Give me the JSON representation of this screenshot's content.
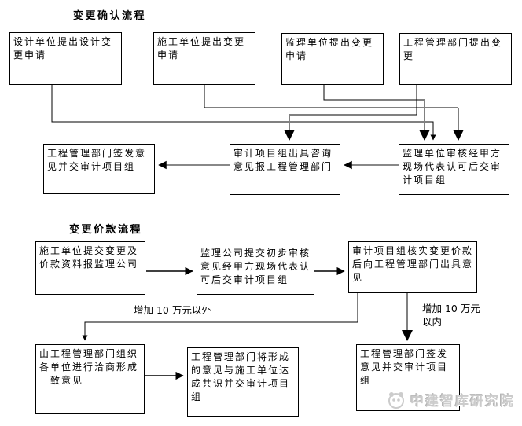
{
  "flow1": {
    "title": "变更确认流程",
    "nodes": [
      {
        "label": "设计单位提出设计变更申请"
      },
      {
        "label": "施工单位提出变更申请"
      },
      {
        "label": "监理单位提出变更申请"
      },
      {
        "label": "工程管理部门提出变更"
      },
      {
        "label": "工程管理部门签发意见并交审计项目组"
      },
      {
        "label": "审计项目组出具咨询意见报工程管理部门"
      },
      {
        "label": "监理单位审核经甲方现场代表认可后交审计项目组"
      }
    ],
    "edges": [
      "设计单位提出设计变更申请 → 监理单位审核经甲方现场代表认可后交审计项目组",
      "施工单位提出变更申请 → 监理单位审核经甲方现场代表认可后交审计项目组",
      "监理单位提出变更申请 → 监理单位审核经甲方现场代表认可后交审计项目组",
      "工程管理部门提出变更 → 审计项目组出具咨询意见报工程管理部门",
      "监理单位审核经甲方现场代表认可后交审计项目组 → 审计项目组出具咨询意见报工程管理部门",
      "审计项目组出具咨询意见报工程管理部门 → 工程管理部门签发意见并交审计项目组"
    ]
  },
  "flow2": {
    "title": "变更价款流程",
    "nodes": [
      {
        "label": "施工单位提交变更及价款资料报监理公司"
      },
      {
        "label": "监理公司提交初步审核意见经甲方现场代表认可后交审计项目组"
      },
      {
        "label": "审计项目组核实变更价款后向工程管理部门出具意见"
      },
      {
        "label": "由工程管理部门组织各单位进行洽商形成一致意见"
      },
      {
        "label": "工程管理部门将形成的意见与施工单位达成共识并交审计项目组"
      },
      {
        "label": "工程管理部门签发意见并交审计项目组"
      }
    ],
    "branch_labels": {
      "over": "增加 10 万元以外",
      "within_line1": "增加 10 万元",
      "within_line2": "以内"
    },
    "edges": [
      "施工单位提交变更及价款资料报监理公司 → 监理公司提交初步审核意见经甲方现场代表认可后交审计项目组",
      "监理公司提交初步审核意见经甲方现场代表认可后交审计项目组 → 审计项目组核实变更价款后向工程管理部门出具意见",
      "审计项目组核实变更价款后向工程管理部门出具意见 →(增加 10 万元以外) 由工程管理部门组织各单位进行洽商形成一致意见",
      "审计项目组核实变更价款后向工程管理部门出具意见 →(增加 10 万元以内) 工程管理部门签发意见并交审计项目组",
      "由工程管理部门组织各单位进行洽商形成一致意见 → 工程管理部门将形成的意见与施工单位达成共识并交审计项目组"
    ]
  },
  "watermark": {
    "text": "中建智库研究院"
  },
  "colors": {
    "line": "#000000",
    "line_gray": "#808080",
    "watermark": "#cccccc"
  }
}
